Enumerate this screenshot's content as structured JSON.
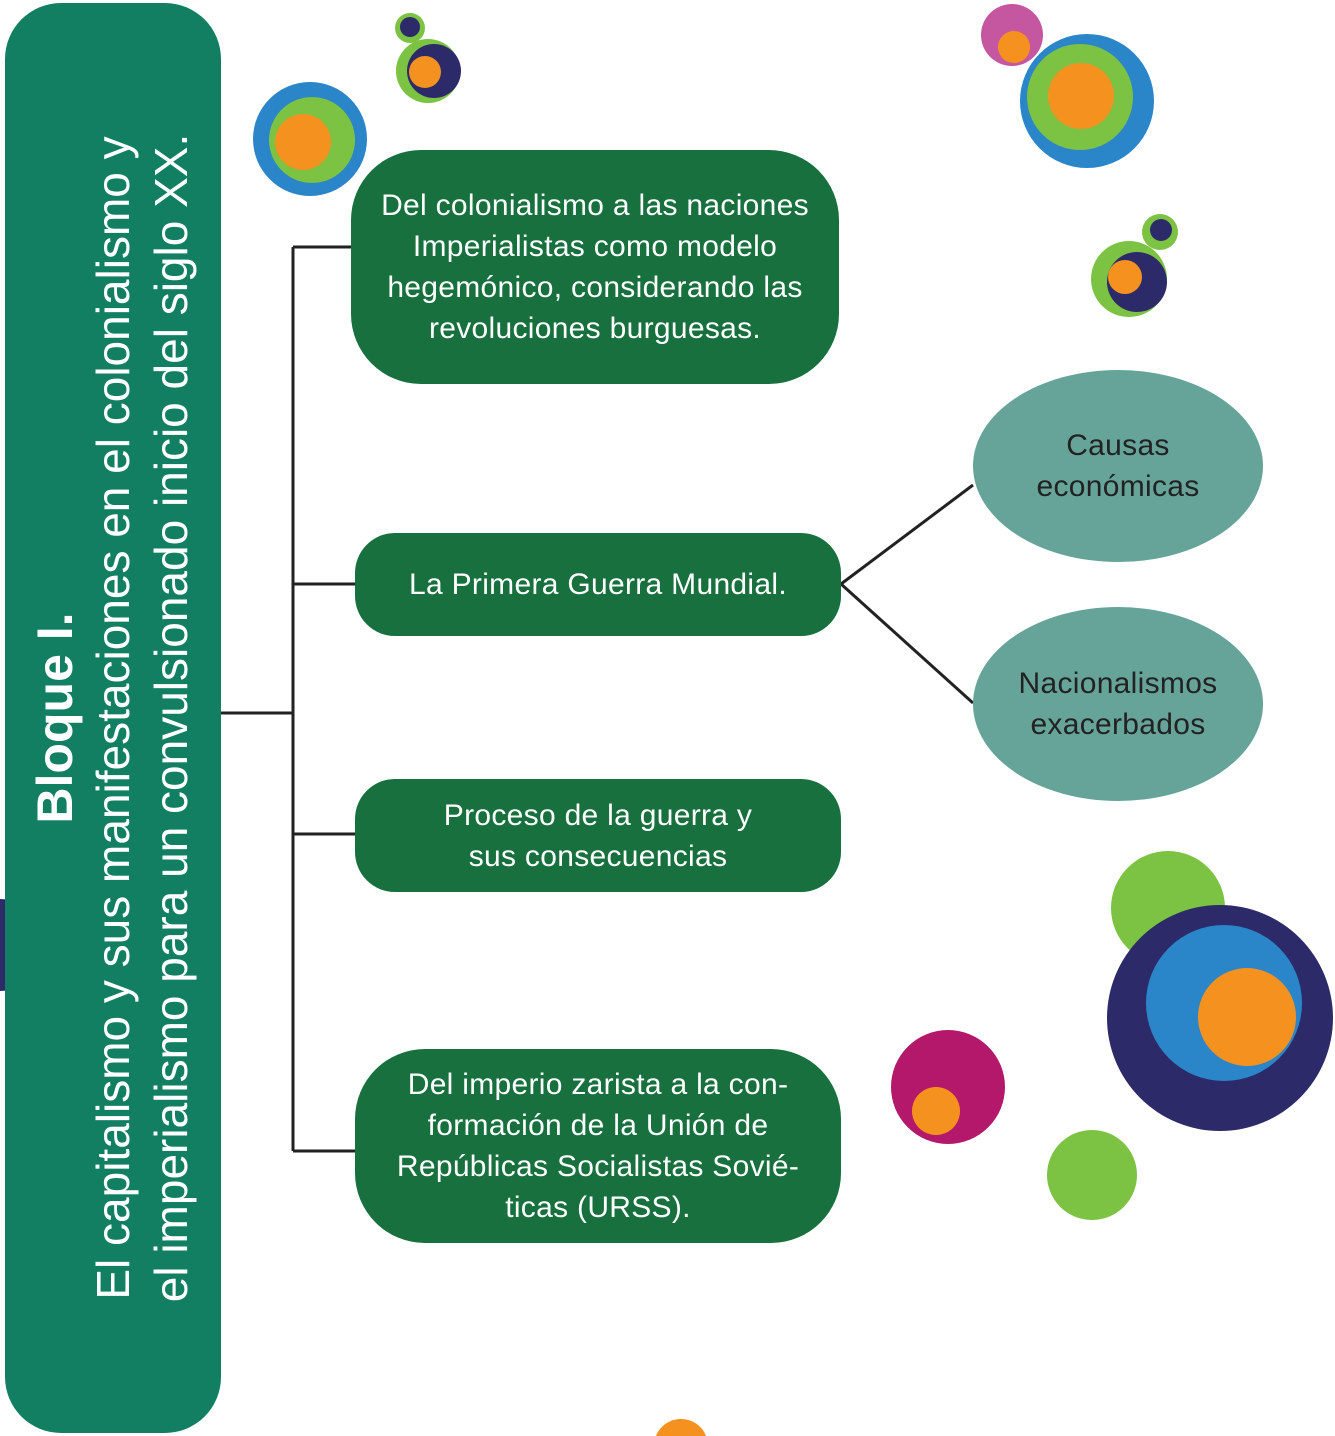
{
  "title": {
    "bold": "Bloque I.",
    "line1": "El capitalismo y sus manifestaciones en el colonialismo y",
    "line2": "el imperialismo para un convulsionado inicio del siglo XX."
  },
  "nodes": [
    {
      "text": "Del colonialismo a las naciones\nImperialistas como modelo\nhegemónico, considerando las\nrevoluciones burguesas."
    },
    {
      "text": "La Primera Guerra Mundial."
    },
    {
      "text": "Proceso de la guerra y\nsus consecuencias"
    },
    {
      "text": "Del imperio zarista a la con-\nformación de la Unión de\nRepúblicas Socialistas Sovié-\nticas (URSS)."
    }
  ],
  "subnodes": [
    {
      "text": "Causas\neconómicas"
    },
    {
      "text": "Nacionalismos\nexacerbados"
    }
  ],
  "colors": {
    "sidebar": "#127f63",
    "node": "#17703d",
    "oval": "#66a49a",
    "orange": "#f5921f",
    "green": "#7cc243",
    "blue": "#2b85c9",
    "navy": "#2d2a6a",
    "magenta": "#b3186a",
    "pink": "#c4579f"
  }
}
